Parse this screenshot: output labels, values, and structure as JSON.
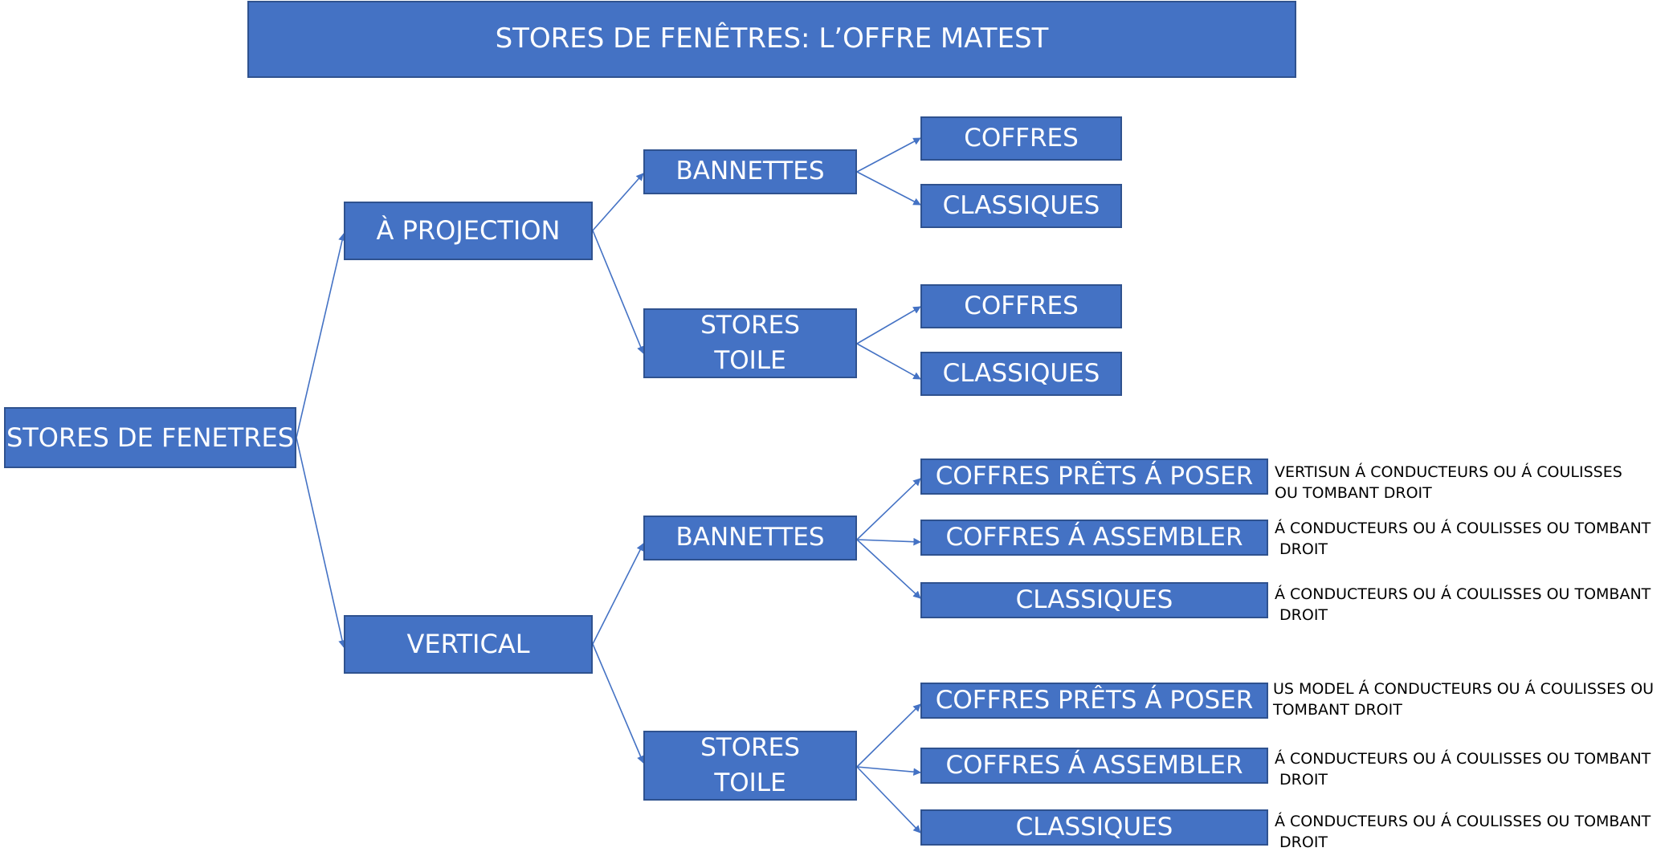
{
  "title": "STORES DE FENÊTRES: L’OFFRE MATEST",
  "root": "STORES DE FENETRES",
  "branches": {
    "projection": {
      "label": "À PROJECTION",
      "bannettes": {
        "label": "BANNETTES",
        "coffres": "COFFRES",
        "classiques": "CLASSIQUES"
      },
      "stores_toile": {
        "label_line1": "STORES",
        "label_line2": "TOILE",
        "coffres": "COFFRES",
        "classiques": "CLASSIQUES"
      }
    },
    "vertical": {
      "label": "VERTICAL",
      "bannettes": {
        "label": "BANNETTES",
        "prets": "COFFRES PRÊTS Á POSER",
        "assembler": "COFFRES Á ASSEMBLER",
        "classiques": "CLASSIQUES",
        "note_prets": "VERTISUN Á CONDUCTEURS OU Á COULISSES\nOU TOMBANT DROIT",
        "note_assembler": "Á CONDUCTEURS OU Á COULISSES OU TOMBANT\n DROIT",
        "note_classiques": "Á CONDUCTEURS OU Á COULISSES OU TOMBANT\n DROIT"
      },
      "stores_toile": {
        "label_line1": "STORES",
        "label_line2": "TOILE",
        "prets": "COFFRES PRÊTS Á POSER",
        "assembler": "COFFRES Á ASSEMBLER",
        "classiques": "CLASSIQUES",
        "note_prets": "US MODEL Á CONDUCTEURS OU Á COULISSES OU\nTOMBANT DROIT",
        "note_assembler": "Á CONDUCTEURS OU Á COULISSES OU TOMBANT\n DROIT",
        "note_classiques": "Á CONDUCTEURS OU Á COULISSES OU TOMBANT\n DROIT"
      }
    }
  },
  "colors": {
    "box_fill": "#4472c4",
    "box_border": "#2f528f",
    "connector": "#4472c4",
    "box_text": "#ffffff"
  }
}
